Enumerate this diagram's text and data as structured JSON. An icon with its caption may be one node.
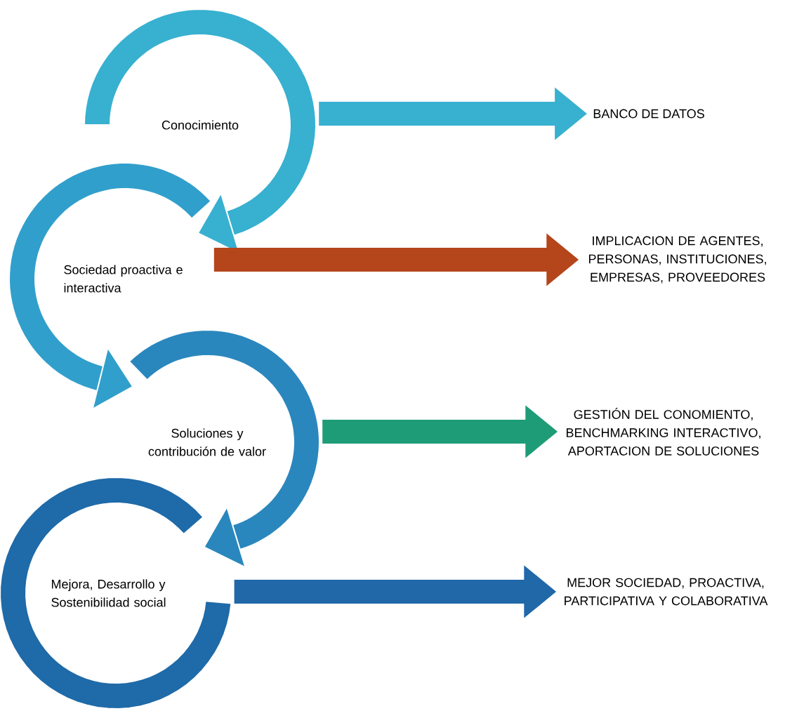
{
  "diagram": {
    "nodes": [
      {
        "text": [
          "Conocimiento"
        ]
      },
      {
        "text": [
          "Sociedad proactiva e interactiva"
        ]
      },
      {
        "text": [
          "Soluciones y contribución de valor"
        ]
      },
      {
        "text": [
          "Mejora, Desarrollo y Sostenibilidad social"
        ]
      },
      {
        "text": [
          "BANCO DE DATOS"
        ]
      },
      {
        "text": [
          "IMPLICACION DE AGENTES, PERSONAS, INSTITUCIONES, EMPRESAS, PROVEEDORES"
        ]
      },
      {
        "text": [
          "GESTIÓN DEL CONOMIENTO, BENCHMARKING INTERACTIVO, APORTACION DE SOLUCIONES"
        ]
      },
      {
        "text": [
          "MEJOR SOCIEDAD, PROACTIVA, PARTICIPATIVA Y COLABORATIVA"
        ]
      }
    ],
    "edges": [
      {
        "from": 0,
        "to": 4,
        "arrow": "to",
        "color": "#38b0d0"
      },
      {
        "from": 1,
        "to": 5,
        "arrow": "to",
        "color": "#b5451b"
      },
      {
        "from": 2,
        "to": 6,
        "arrow": "to",
        "color": "#1e9c78"
      },
      {
        "from": 3,
        "to": 7,
        "arrow": "to",
        "color": "#2068a8"
      }
    ]
  }
}
